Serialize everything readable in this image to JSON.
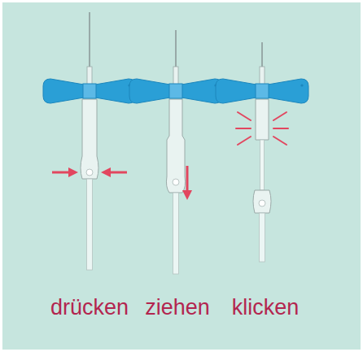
{
  "diagram": {
    "labels": [
      "drücken",
      "ziehen",
      "klicken"
    ]
  }
}
